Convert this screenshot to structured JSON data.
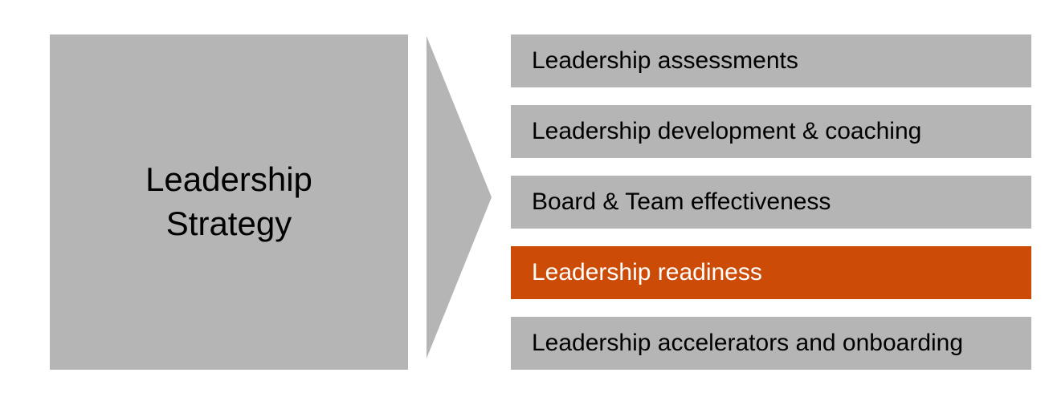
{
  "diagram": {
    "colors": {
      "shape_gray": "#B5B5B5",
      "highlight_orange": "#CC4B06",
      "text_dark": "#000000",
      "text_light": "#FFFFFF",
      "background": "#FFFFFF"
    },
    "strategy_box": {
      "label": "Leadership\nStrategy"
    },
    "arrow": {
      "name": "right-arrow",
      "direction": "right"
    },
    "bars": [
      {
        "label": "Leadership assessments",
        "highlighted": false
      },
      {
        "label": "Leadership development & coaching",
        "highlighted": false
      },
      {
        "label": "Board & Team effectiveness",
        "highlighted": false
      },
      {
        "label": "Leadership readiness",
        "highlighted": true
      },
      {
        "label": "Leadership accelerators and onboarding",
        "highlighted": false
      }
    ]
  }
}
